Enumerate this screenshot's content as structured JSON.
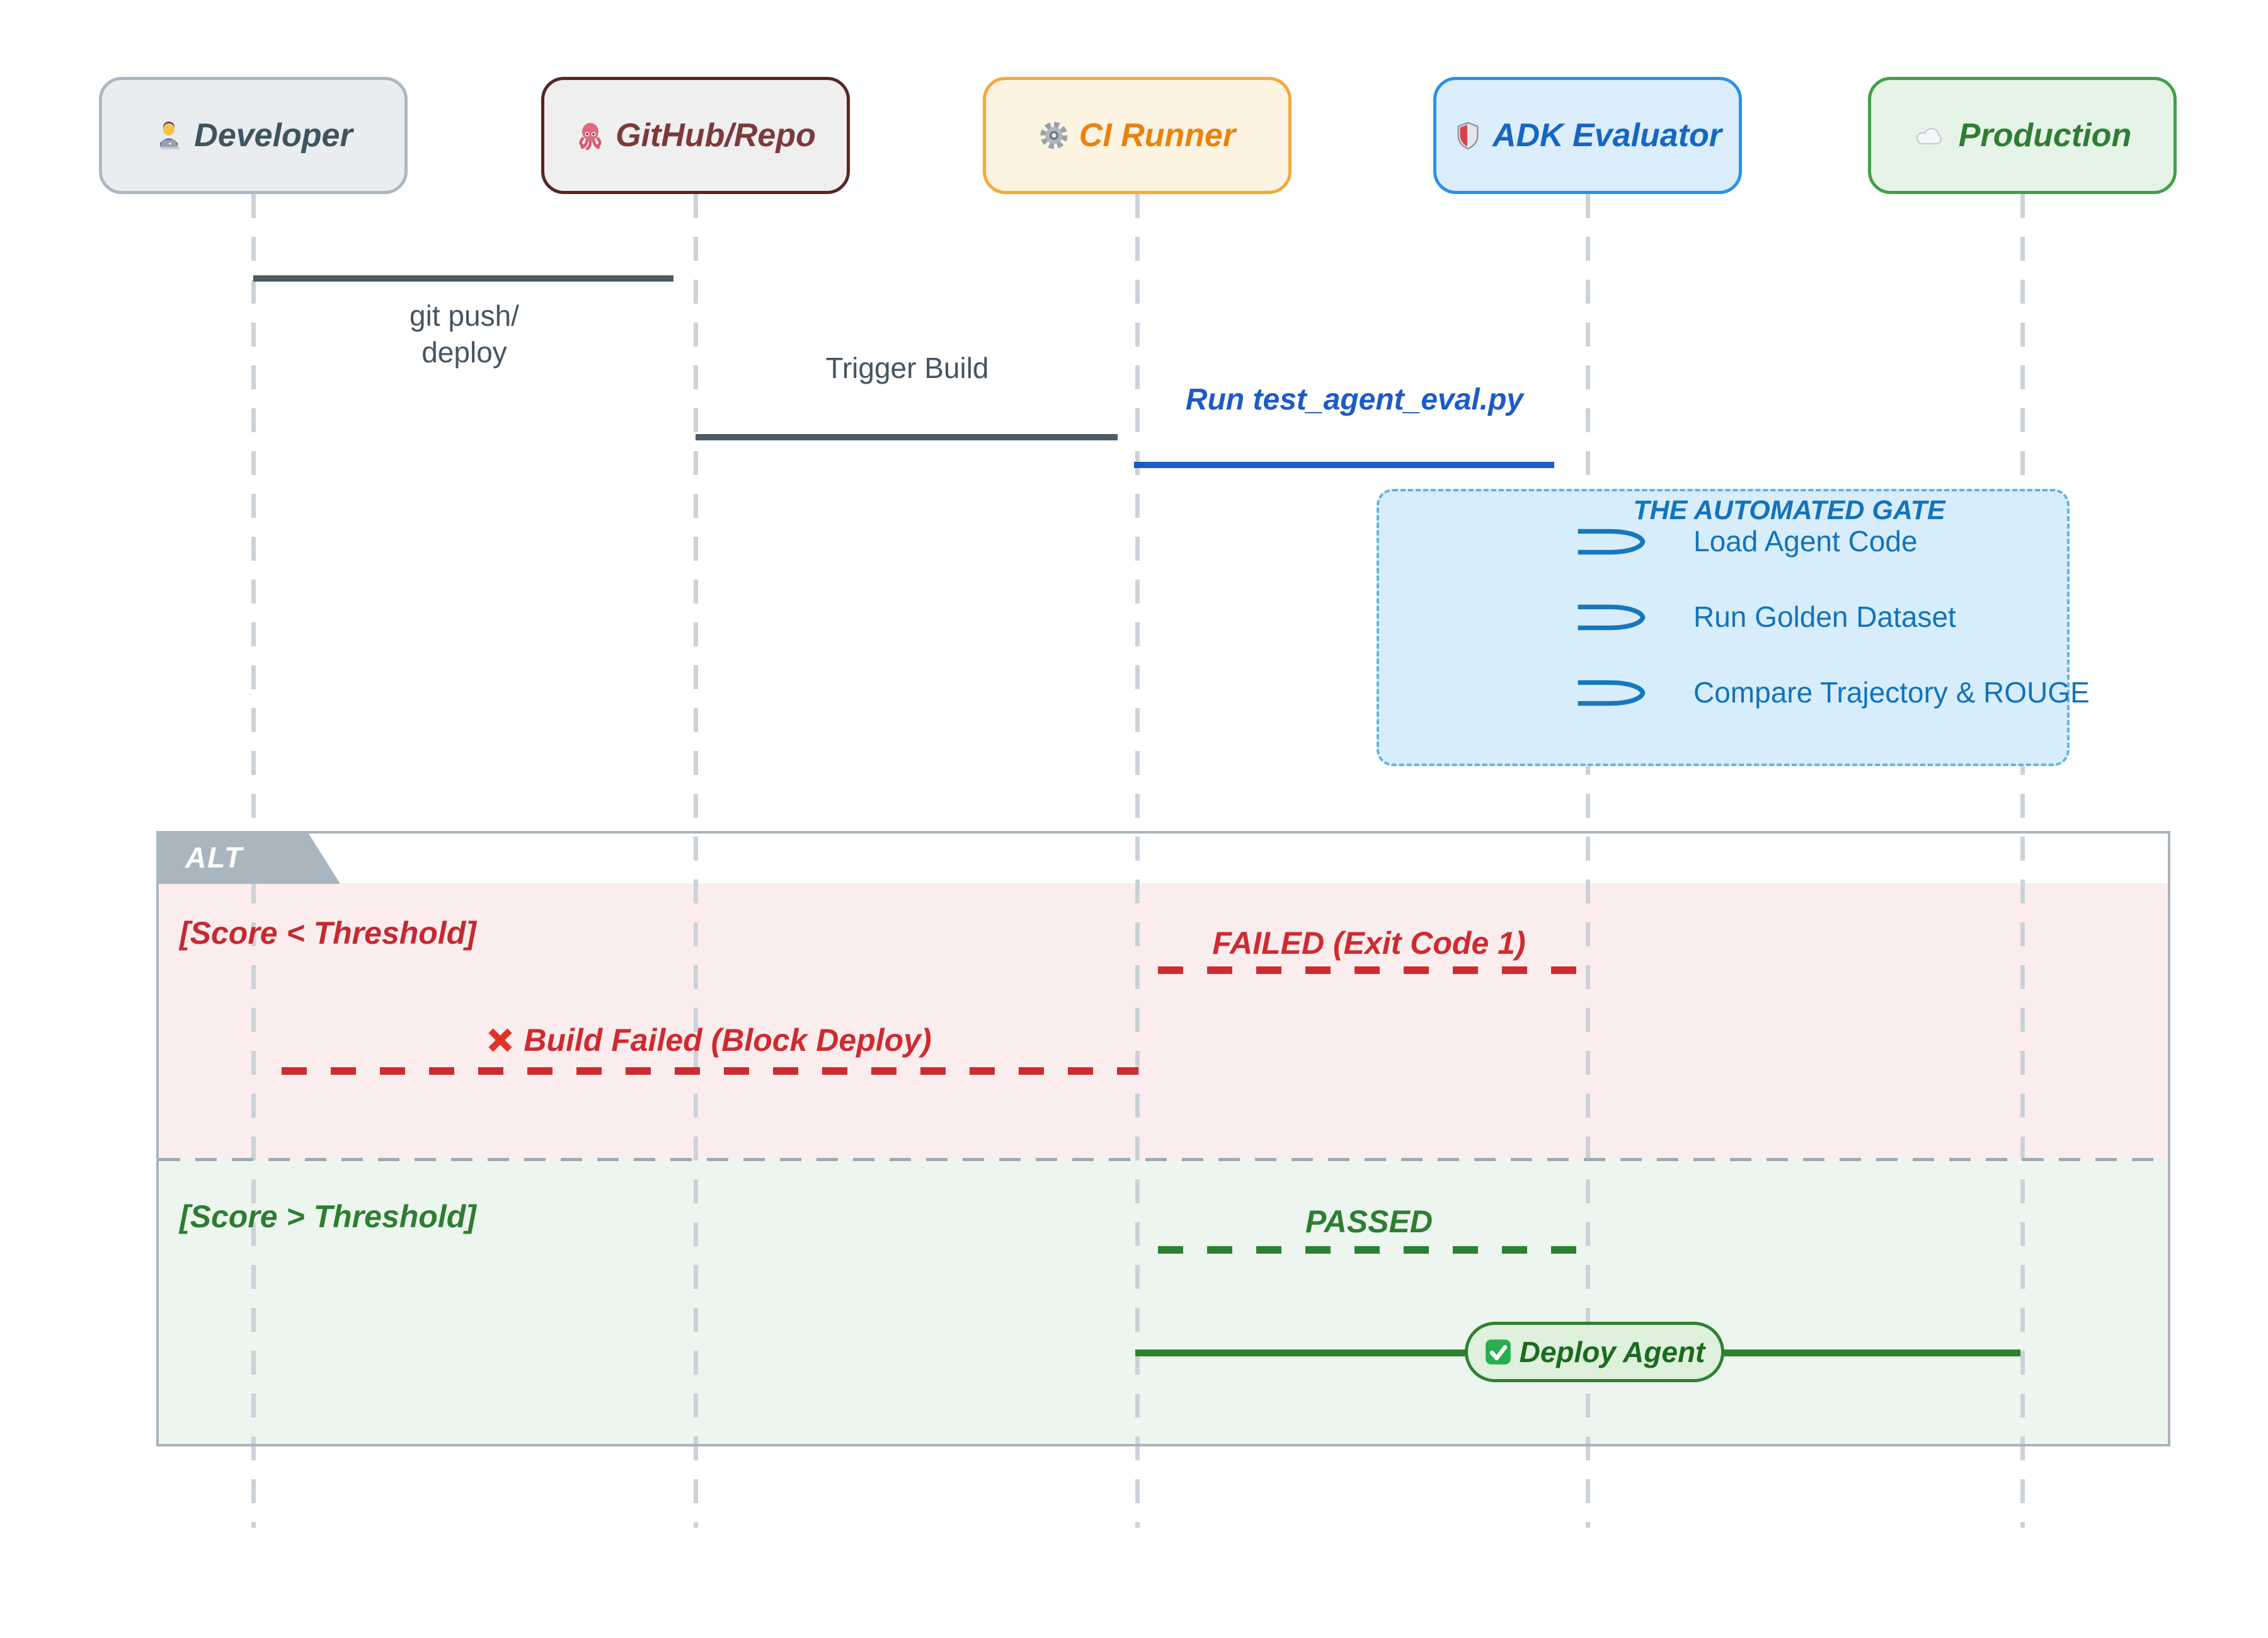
{
  "actors": [
    {
      "label": "Developer",
      "icon": "developer-icon",
      "accent": "#3E545F"
    },
    {
      "label": "GitHub/Repo",
      "icon": "octopus-icon",
      "accent": "#7C3A3A"
    },
    {
      "label": "CI Runner",
      "icon": "gear-icon",
      "accent": "#E8830C"
    },
    {
      "label": "ADK Evaluator",
      "icon": "shield-icon",
      "accent": "#1667C1"
    },
    {
      "label": "Production",
      "icon": "cloud-icon",
      "accent": "#2F7D33"
    }
  ],
  "messages": {
    "git_push": {
      "line1": "git push/",
      "line2": "deploy"
    },
    "trigger_build": {
      "label": "Trigger Build"
    },
    "run_eval": {
      "label": "Run test_agent_eval.py"
    }
  },
  "note": {
    "title": "THE AUTOMATED GATE",
    "items": [
      {
        "label": "Load Agent Code"
      },
      {
        "label": "Run Golden Dataset"
      },
      {
        "label": "Compare Trajectory & ROUGE"
      }
    ]
  },
  "alt": {
    "label": "ALT",
    "failed_branch": {
      "condition": "[Score < Threshold]",
      "failed_label": "FAILED (Exit Code 1)",
      "build_failed_label": "Build Failed (Block Deploy)",
      "icon": "cross-mark-icon"
    },
    "passed_branch": {
      "condition": "[Score > Threshold]",
      "passed_label": "PASSED",
      "deploy_label": "Deploy Agent",
      "icon": "check-mark-icon"
    }
  },
  "colors": {
    "developer_accent": "#3E545F",
    "github_accent": "#7C3A3A",
    "ci_accent": "#E8830C",
    "adk_accent": "#1667C1",
    "production_accent": "#2F7D33",
    "message_dark": "#4D5C66",
    "message_blue": "#1D5BC4",
    "note_blue": "#1373BC",
    "fail_red": "#CE2B31",
    "pass_green": "#2E7D32",
    "section_pink": "#FBEDEE",
    "section_green": "#EDF5EF",
    "frame_gray": "#A9B4BC"
  }
}
